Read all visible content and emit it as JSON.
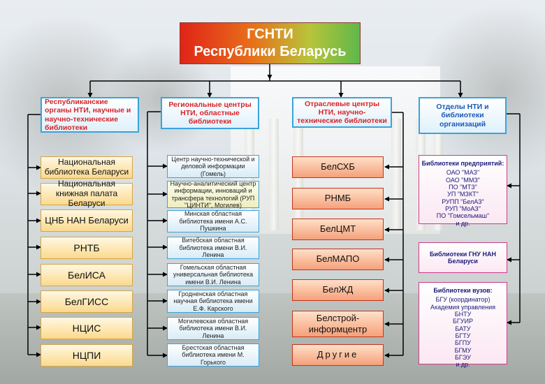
{
  "title": {
    "line1": "ГСНТИ",
    "line2": "Республики Беларусь"
  },
  "columns": [
    {
      "header": "Республиканские органы НТИ, научные и научно-технические библиотеки",
      "items": [
        "Национальная библиотека Беларуси",
        "Национальная книжная палата Беларуси",
        "ЦНБ НАН Беларуси",
        "РНТБ",
        "БелИСА",
        "БелГИСС",
        "НЦИС",
        "НЦПИ"
      ]
    },
    {
      "header": "Региональные центры НТИ, областные библиотеки",
      "items": [
        "Центр научно-технической и деловой информации (Гомель)",
        "Научно-аналитический центр информации, инноваций и трансфера технологий (РУП \"ЦИНТИ\", Могилев)",
        "Минская областная библиотека имени А.С. Пушкина",
        "Витебская областная библиотека имени В.И. Ленина",
        "Гомельская областная универсальная библиотека имени В.И. Ленина",
        "Гродненская областная научная библиотека имени Е.Ф. Карского",
        "Могилевская областная библиотека имени В.И. Ленина",
        "Брестская областная библиотека имени М. Горького"
      ]
    },
    {
      "header": "Отраслевые центры НТИ, научно-технические библиотеки",
      "items": [
        "БелСХБ",
        "РНМБ",
        "БелЦМТ",
        "БелМАПО",
        "БелЖД",
        "Белстрой-информцентр",
        "Другие"
      ]
    },
    {
      "header": "Отделы НТИ и библиотеки организаций",
      "groups": [
        {
          "title": "Библиотеки предприятий:",
          "items": [
            "ОАО \"МАЗ\"",
            "ОАО \"ММЗ\"",
            "ПО \"МТЗ\"",
            "УП \"МЗКТ\"",
            "РУПП \"БелАЗ\"",
            "РУП \"МоАЗ\"",
            "ПО \"Гомсельмаш\"",
            "и др."
          ]
        },
        {
          "title": "Библиотеки ГНУ НАН Беларуси",
          "items": []
        },
        {
          "title": "Библиотеки вузов:",
          "items": [
            "БГУ (координатор)",
            "Академия управления",
            "БНТУ",
            "БГУИР",
            "БАТУ",
            "БГТУ",
            "БГПУ",
            "БГМУ",
            "БГЭУ",
            "и др."
          ]
        }
      ]
    }
  ],
  "colors": {
    "connector": "#000000",
    "header_border": "#3aa3dc",
    "header_red_text": "#d7242a",
    "header_blue_text": "#1d59b5",
    "industry_border": "#c2341a",
    "org_border": "#cc3a8a"
  }
}
